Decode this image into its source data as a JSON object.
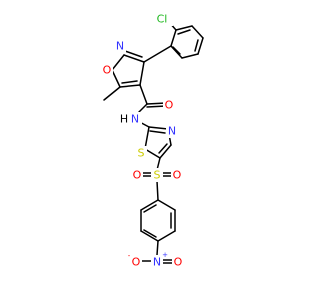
{
  "colors": {
    "background": "#ffffff",
    "bond": "#000000",
    "carbon": "#000000",
    "nitrogen": "#3333ff",
    "oxygen": "#ff0000",
    "sulfur": "#cccc00",
    "chlorine": "#1fb81f",
    "hydrogen": "#000000"
  },
  "atoms": {
    "cl": "Cl",
    "n_isoxazole": "N",
    "o_isoxazole": "O",
    "o_amide": "O",
    "nh_amide": "N",
    "h_amide": "H",
    "n_thiazole": "N",
    "s_thiazole": "S",
    "s_sulfonyl": "S",
    "o_sulfonyl_left": "O",
    "o_sulfonyl_right": "O",
    "n_nitro": "N",
    "n_nitro_charge": "+",
    "o_nitro_left": "O",
    "o_nitro_left_charge": "-",
    "o_nitro_right": "O"
  }
}
